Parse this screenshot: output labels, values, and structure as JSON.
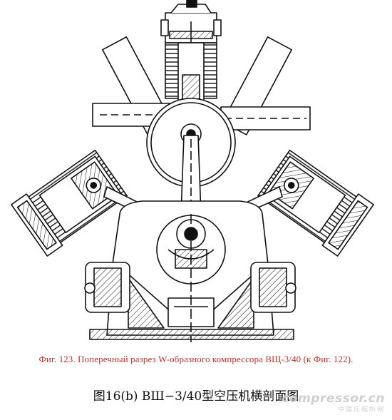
{
  "caption_russian": "Фиг. 123. Поперечный разрез W-образного компрессора ВЩ-3/40 (к Фиг. 122).",
  "caption_chinese": "图16(b)  ВШ−3/40型空压机横剖面图",
  "watermark": {
    "main": "compressor.cn",
    "sub": "中国压缩机网"
  },
  "colors": {
    "ink": "#111111",
    "caption_red": "#b0372e",
    "watermark_gray": "#cfcfcf"
  }
}
